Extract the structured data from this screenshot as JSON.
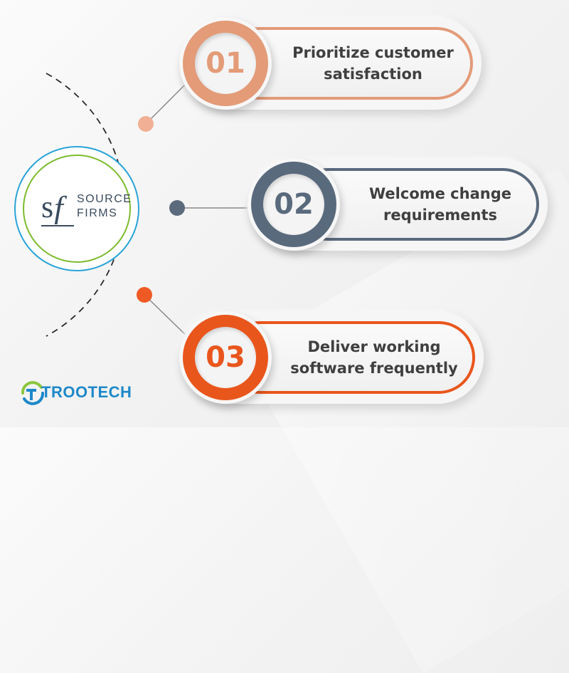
{
  "logo": {
    "mark": "sf",
    "line1": "SOURCE",
    "line2": "FIRMS",
    "colors": {
      "outer_ring": "#2aa3d8",
      "inner_ring": "#7dbb2e",
      "text": "#3a4b5e"
    }
  },
  "steps": [
    {
      "number": "01",
      "line1": "Prioritize customer",
      "line2": "satisfaction",
      "color": "#e39b78",
      "dot_color": "#f1b095"
    },
    {
      "number": "02",
      "line1": "Welcome change",
      "line2": "requirements",
      "color": "#5a6a7d",
      "dot_color": "#5c6b7c"
    },
    {
      "number": "03",
      "line1": "Deliver working",
      "line2": "software frequently",
      "color": "#e9561c",
      "dot_color": "#ef5a24"
    }
  ],
  "brand": {
    "name": "TROOTECH",
    "color": "#1e88c9",
    "accent": "#8cc63f"
  }
}
